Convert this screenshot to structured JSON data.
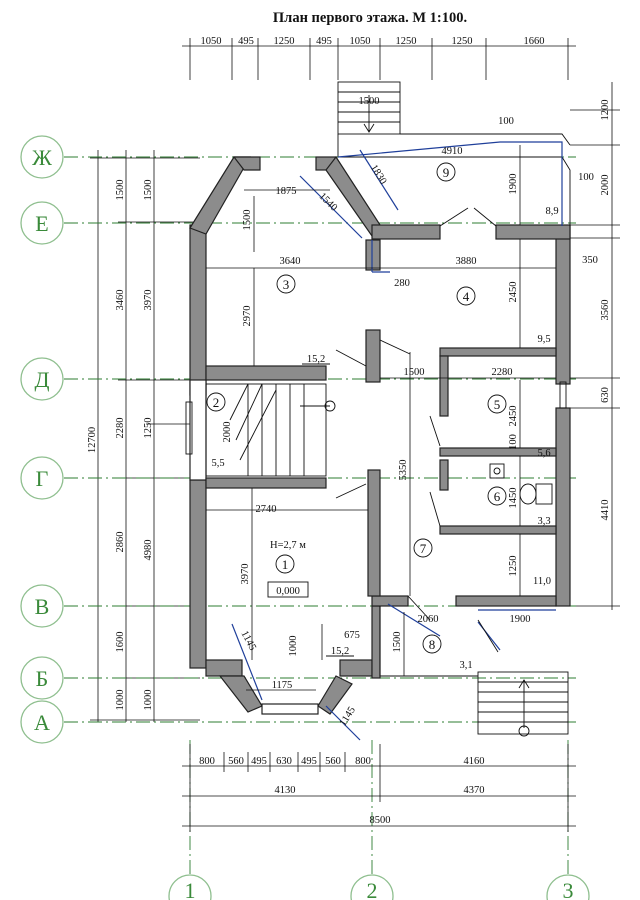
{
  "title": "План первого этажа. М 1:100.",
  "axes_letters": [
    "Ж",
    "Е",
    "Д",
    "Г",
    "В",
    "Б",
    "А"
  ],
  "axes_numbers": [
    "1",
    "2",
    "3"
  ],
  "top_dims": [
    "1050",
    "495",
    "1250",
    "495",
    "1050",
    "1250",
    "1250",
    "1660"
  ],
  "right_dims": [
    "1200",
    "2000",
    "350",
    "3560",
    "630",
    "4410"
  ],
  "left_outer_dim": "12700",
  "left_dims_a": [
    "1500",
    "3460",
    "2280",
    "2860",
    "1600",
    "1000"
  ],
  "left_dims_b": [
    "1500",
    "3970",
    "1250",
    "4980",
    "1000"
  ],
  "bottom_dims_1": [
    "800",
    "560",
    "495",
    "630",
    "495",
    "560",
    "800",
    "4160"
  ],
  "bottom_dims_2": [
    "4130",
    "4370"
  ],
  "bottom_total": "8500",
  "rooms": [
    {
      "num": "1",
      "area": "15,2",
      "height": "Н=2,7 м",
      "level": "0,000"
    },
    {
      "num": "2",
      "area": "5,5"
    },
    {
      "num": "3",
      "area": "15,2"
    },
    {
      "num": "4",
      "area": "9,5"
    },
    {
      "num": "5",
      "area": "5,6"
    },
    {
      "num": "6",
      "area": "3,3"
    },
    {
      "num": "7",
      "area": "11,0"
    },
    {
      "num": "8",
      "area": "3,1"
    },
    {
      "num": "9",
      "area": "8,9"
    }
  ],
  "inner_dims": {
    "d1500_porch": "1500",
    "d100_a": "100",
    "d4910": "4910",
    "d100_b": "100",
    "d1830": "1830",
    "d1900_a": "1900",
    "d1875": "1875",
    "d1540": "1540",
    "d1500_b": "1500",
    "d3640": "3640",
    "d3880": "3880",
    "d350": "350",
    "d280": "280",
    "d2970": "2970",
    "d2450_a": "2450",
    "d1500_c": "1500",
    "d2280": "2280",
    "d2000": "2000",
    "d2450_b": "2450",
    "d100_c": "100",
    "d5350": "5350",
    "d1450": "1450",
    "d2740": "2740",
    "d3970": "3970",
    "d1250": "1250",
    "d2060": "2060",
    "d1900_b": "1900",
    "d675": "675",
    "d1000": "1000",
    "d1145_a": "1145",
    "d1145_b": "1145",
    "d1175": "1175",
    "d1500_d": "1500"
  }
}
